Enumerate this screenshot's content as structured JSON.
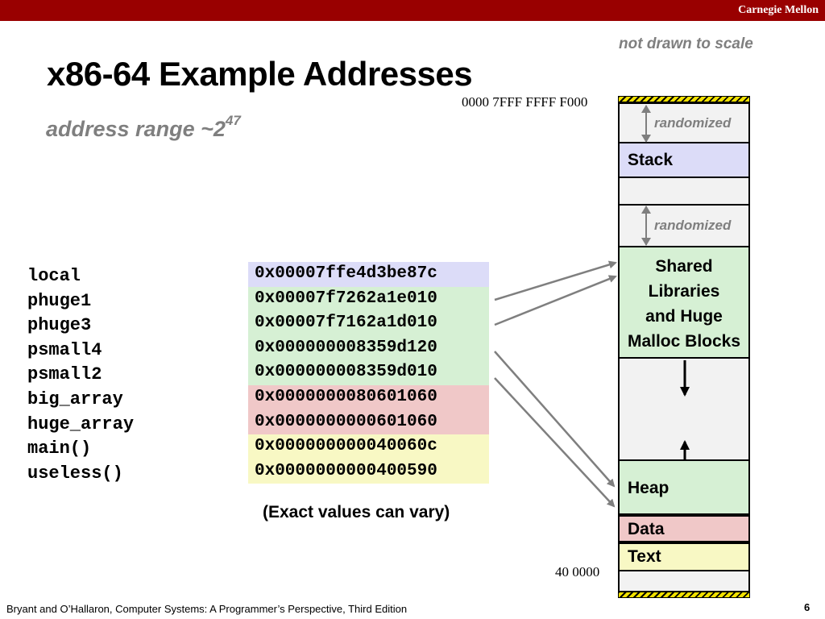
{
  "header": {
    "brand": "Carnegie Mellon"
  },
  "scale_note": "not drawn to scale",
  "title": "x86-64 Example Addresses",
  "range": {
    "text": "address range ~2",
    "exponent": "47"
  },
  "memory": {
    "top_address": "0000 7FFF FFFF F000",
    "bottom_address": "40 0000",
    "randomized_label": "randomized",
    "segments": {
      "stack": "Stack",
      "shared": [
        "Shared",
        "Libraries",
        "and Huge",
        "Malloc Blocks"
      ],
      "heap": "Heap",
      "data": "Data",
      "text": "Text"
    }
  },
  "variables": [
    {
      "name": "local",
      "value": "0x00007ffe4d3be87c"
    },
    {
      "name": "phuge1",
      "value": "0x00007f7262a1e010"
    },
    {
      "name": "phuge3",
      "value": "0x00007f7162a1d010"
    },
    {
      "name": "psmall4",
      "value": "0x000000008359d120"
    },
    {
      "name": "psmall2",
      "value": "0x000000008359d010"
    },
    {
      "name": "big_array",
      "value": "0x0000000080601060"
    },
    {
      "name": "huge_array",
      "value": "0x0000000000601060"
    },
    {
      "name": "main()",
      "value": "0x000000000040060c"
    },
    {
      "name": "useless()",
      "value": "0x0000000000400590"
    }
  ],
  "note": "(Exact values can vary)",
  "footer": {
    "citation": "Bryant and O’Hallaron, Computer Systems: A Programmer’s Perspective, Third Edition",
    "page": "6"
  }
}
